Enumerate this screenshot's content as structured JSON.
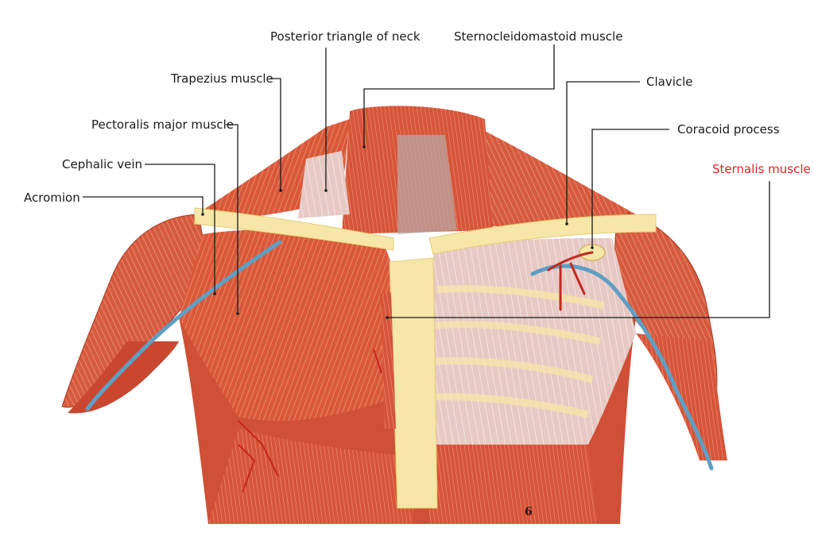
{
  "labels": {
    "posterior_triangle": "Posterior triangle of neck",
    "sternocleidomastoid": "Sternocleidomastoid muscle",
    "trapezius": "Trapezius muscle",
    "clavicle": "Clavicle",
    "pectoralis_major": "Pectoralis major muscle",
    "coracoid": "Coracoid process",
    "cephalic_vein": "Cephalic vein",
    "sternalis": "Sternalis muscle",
    "acromion": "Acromion"
  },
  "page_number": "6",
  "colors": {
    "muscle": "#d9583a",
    "muscle_dark": "#b8402a",
    "muscle_light": "#ec8766",
    "bone": "#f6e7a8",
    "fascia": "#e8d9d4",
    "vein": "#5f9fc4",
    "artery": "#c3281f",
    "leader": "#1a1a1a",
    "highlight": "#e31e24"
  }
}
